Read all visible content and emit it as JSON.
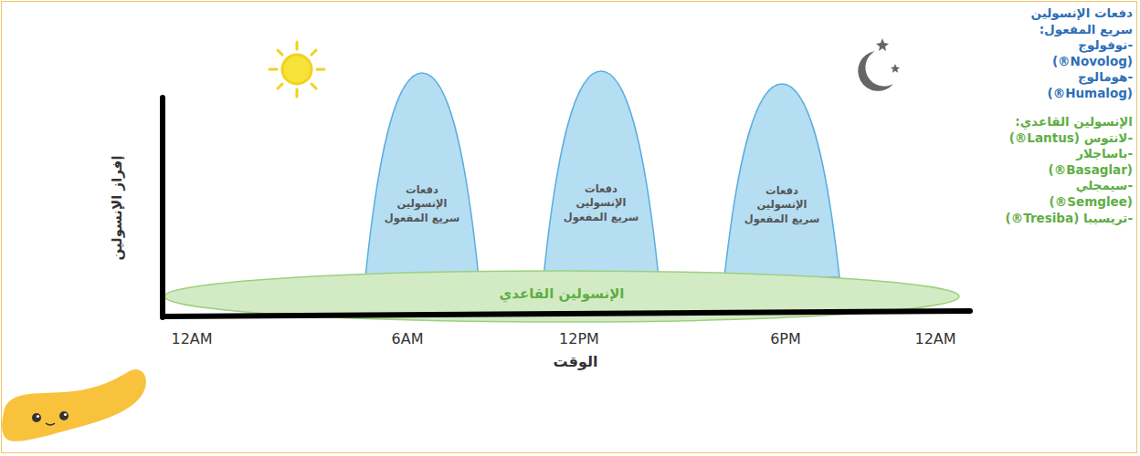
{
  "diagram": {
    "nodes": [
      {
        "text": [
          "دفعات الإنسولين سريع المفعول"
        ]
      },
      {
        "text": [
          "دفعات الإنسولين سريع المفعول"
        ]
      },
      {
        "text": [
          "دفعات الإنسولين سريع المفعول"
        ]
      },
      {
        "text": [
          "الإنسولين القاعدي"
        ]
      }
    ],
    "labels": [
      "إفراز الإنسولين",
      "12AM",
      "6AM",
      "12PM",
      "6PM",
      "12AM",
      "الوقت",
      "دفعات الإنسولين سريع المفعول:",
      "-نوفولوج (Novolog®)",
      "-هومالوج (Humalog®)",
      "الإنسولين القاعدي:",
      "-لانتوس (Lantus®)",
      "-باساجلار (Basaglar®)",
      "-سيمجلي (Semglee®)",
      "-تريسيبا (Tresiba®)"
    ]
  }
}
